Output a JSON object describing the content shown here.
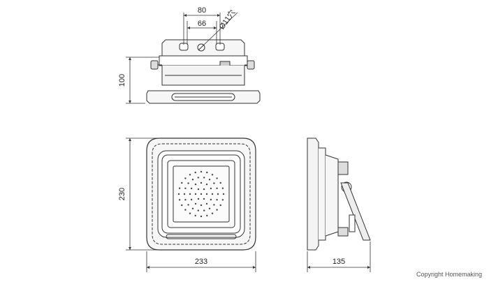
{
  "dimensions": {
    "top_outer_width": "80",
    "top_inner_width": "66",
    "hole_diameter": "Ø11穴",
    "height": "100",
    "front_height": "230",
    "front_width": "233",
    "side_depth": "135"
  },
  "copyright": "Copyright  Homemaking",
  "colors": {
    "line": "#333333",
    "fill": "#f3f3f3",
    "dark": "#555555"
  }
}
